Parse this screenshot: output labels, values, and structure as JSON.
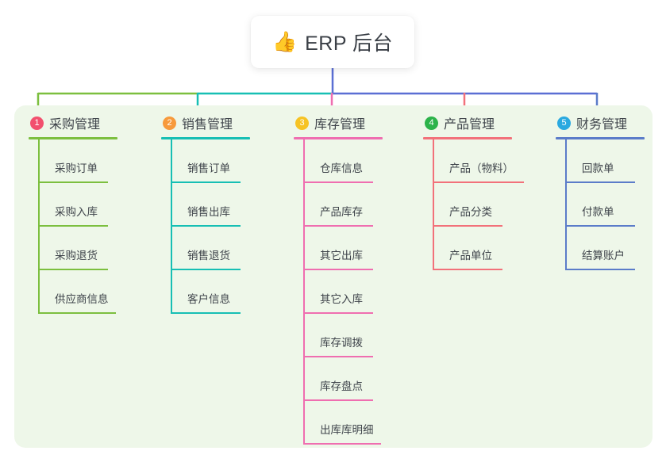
{
  "root": {
    "icon": "thumbs-up-icon",
    "emoji": "👍",
    "title": "ERP 后台"
  },
  "panel": {
    "background_color": "#eef7e9"
  },
  "connector": {
    "root_stem_color": "#5b6fd4",
    "bus_color_segments": [
      "#7cbf3f",
      "#17bfb4",
      "#5b6fd4",
      "#5b6fd4"
    ],
    "drop_colors": [
      "#7cbf3f",
      "#17bfb4",
      "#e8509c",
      "#f2636e",
      "#5b7cc9"
    ]
  },
  "branches": [
    {
      "index": "1",
      "badge_color": "#f2506e",
      "line_color": "#7cbf3f",
      "title": "采购管理",
      "leaves": [
        "采购订单",
        "采购入库",
        "采购退货",
        "供应商信息"
      ]
    },
    {
      "index": "2",
      "badge_color": "#f79a3c",
      "line_color": "#17bfb4",
      "title": "销售管理",
      "leaves": [
        "销售订单",
        "销售出库",
        "销售退货",
        "客户信息"
      ]
    },
    {
      "index": "3",
      "badge_color": "#f6c324",
      "line_color": "#ef6eb0",
      "title": "库存管理",
      "leaves": [
        "仓库信息",
        "产品库存",
        "其它出库",
        "其它入库",
        "库存调拨",
        "库存盘点",
        "出库库明细"
      ]
    },
    {
      "index": "4",
      "badge_color": "#2cb34a",
      "line_color": "#f2717a",
      "title": "产品管理",
      "leaves": [
        "产品（物料）",
        "产品分类",
        "产品单位"
      ]
    },
    {
      "index": "5",
      "badge_color": "#2aa9e0",
      "line_color": "#5b7cc9",
      "title": "财务管理",
      "leaves": [
        "回款单",
        "付款单",
        "结算账户"
      ]
    }
  ]
}
